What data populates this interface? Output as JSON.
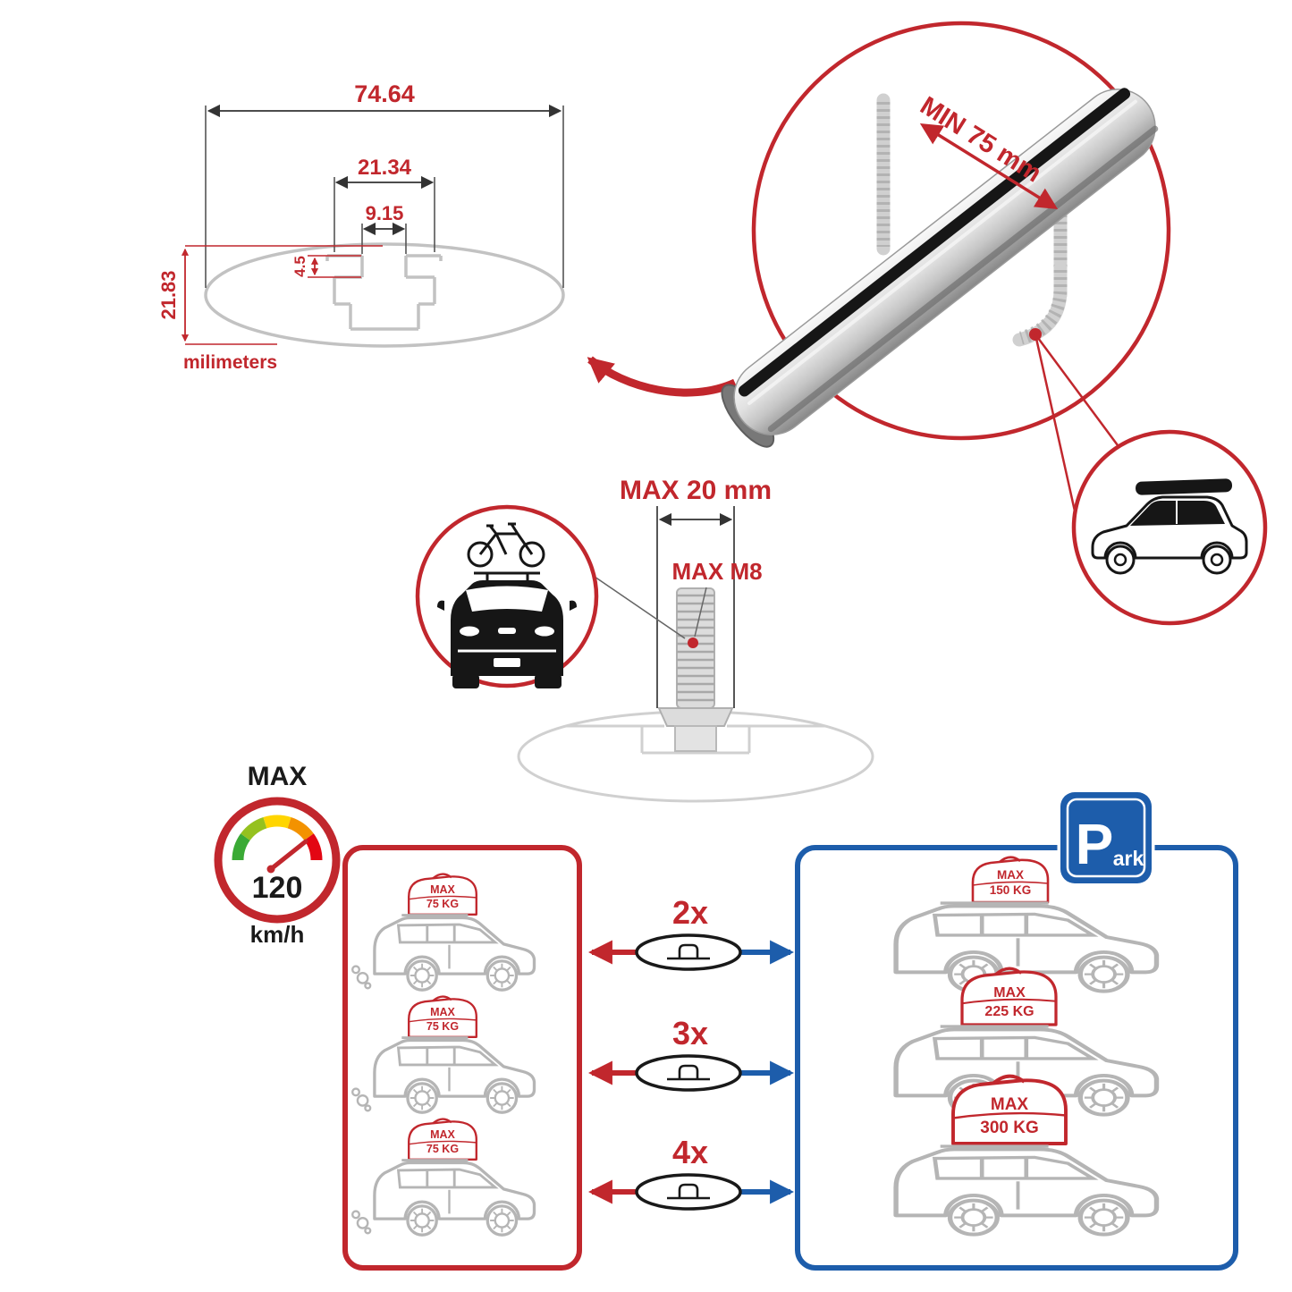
{
  "cross_section": {
    "total_width": "74.64",
    "cavity_width": "21.34",
    "slot_width": "9.15",
    "slot_depth": "4.5",
    "profile_height": "21.83",
    "unit": "milimeters"
  },
  "bar_callout": {
    "min_label": "MIN 75 mm"
  },
  "bolt_callout": {
    "length_label": "MAX 20 mm",
    "thread_label": "MAX M8"
  },
  "speed": {
    "label": "MAX",
    "value": "120",
    "unit": "km/h"
  },
  "counts": [
    "2x",
    "3x",
    "4x"
  ],
  "driving_loads": [
    {
      "max": "MAX",
      "weight": "75 KG"
    },
    {
      "max": "MAX",
      "weight": "75 KG"
    },
    {
      "max": "MAX",
      "weight": "75 KG"
    }
  ],
  "parked_loads": [
    {
      "max": "MAX",
      "weight": "150 KG"
    },
    {
      "max": "MAX",
      "weight": "225 KG"
    },
    {
      "max": "MAX",
      "weight": "300 KG"
    }
  ],
  "park_sign": {
    "letter": "P",
    "suffix": "ark"
  },
  "colors": {
    "accent_red": "#c1272d",
    "accent_blue": "#1d5dab",
    "drawing_gray": "#b5b5b5"
  }
}
